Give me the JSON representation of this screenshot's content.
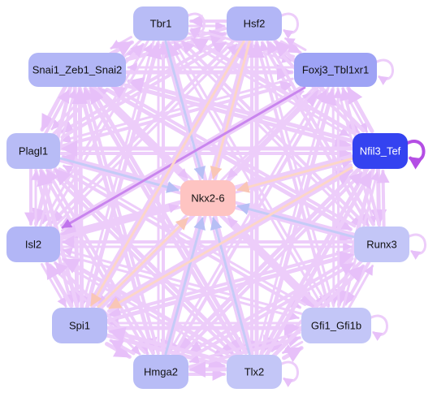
{
  "colors": {
    "edge_pink": "#edcdfa",
    "edge_blue": "#c5cbf7",
    "edge_peach": "#fcd6c8",
    "edge_magenta": "#c985ee",
    "edge_selfloop_strong": "#b44ee4",
    "node_default": "#b8bcf6",
    "node_mid": "#a4a9f5",
    "node_highlight": "#3443f0",
    "node_center": "#fec4c2"
  },
  "nodes": [
    {
      "id": "tbr1",
      "label": "Tbr1",
      "fill": "#b8bcf6",
      "self_loop": true
    },
    {
      "id": "hsf2",
      "label": "Hsf2",
      "fill": "#b2b6f6",
      "self_loop": true
    },
    {
      "id": "snai1",
      "label": "Snai1_Zeb1_Snai2",
      "fill": "#b2b6f6",
      "self_loop": false
    },
    {
      "id": "foxj3",
      "label": "Foxj3_Tbl1xr1",
      "fill": "#9ea3f5",
      "self_loop": true
    },
    {
      "id": "plagl1",
      "label": "Plagl1",
      "fill": "#b8bcf6",
      "self_loop": false
    },
    {
      "id": "nfil3",
      "label": "Nfil3_Tef",
      "fill": "#3443f0",
      "self_loop": true,
      "light_text": true
    },
    {
      "id": "nkx26",
      "label": "Nkx2-6",
      "fill": "#fec4c2",
      "self_loop": false
    },
    {
      "id": "isl2",
      "label": "Isl2",
      "fill": "#b2b6f6",
      "self_loop": false
    },
    {
      "id": "runx3",
      "label": "Runx3",
      "fill": "#c3c6f7",
      "self_loop": true
    },
    {
      "id": "spi1",
      "label": "Spi1",
      "fill": "#b8bcf6",
      "self_loop": false
    },
    {
      "id": "gfi1",
      "label": "Gfi1_Gfi1b",
      "fill": "#c3c6f7",
      "self_loop": true
    },
    {
      "id": "hmga2",
      "label": "Hmga2",
      "fill": "#b8bcf6",
      "self_loop": false
    },
    {
      "id": "tlx2",
      "label": "Tlx2",
      "fill": "#c3c6f7",
      "self_loop": true
    }
  ],
  "edges_to_center": [
    {
      "from": "tbr1",
      "color": "#c5cbf7"
    },
    {
      "from": "hsf2",
      "color": "#fcd6c8"
    },
    {
      "from": "snai1",
      "color": "#edcdfa"
    },
    {
      "from": "foxj3",
      "color": "#edcdfa"
    },
    {
      "from": "plagl1",
      "color": "#c5cbf7"
    },
    {
      "from": "nfil3",
      "color": "#fcd6c8"
    },
    {
      "from": "isl2",
      "color": "#edcdfa"
    },
    {
      "from": "runx3",
      "color": "#c5cbf7"
    },
    {
      "from": "spi1",
      "color": "#fcd6c8"
    },
    {
      "from": "gfi1",
      "color": "#edcdfa"
    },
    {
      "from": "hmga2",
      "color": "#c5cbf7"
    },
    {
      "from": "tlx2",
      "color": "#c5cbf7"
    }
  ],
  "highlight_edges": [
    {
      "from": "foxj3",
      "to": "isl2",
      "color": "#c985ee"
    },
    {
      "from": "nfil3",
      "to": "spi1",
      "color": "#fcd6c8"
    },
    {
      "from": "hsf2",
      "to": "spi1",
      "color": "#fcd6c8"
    }
  ]
}
